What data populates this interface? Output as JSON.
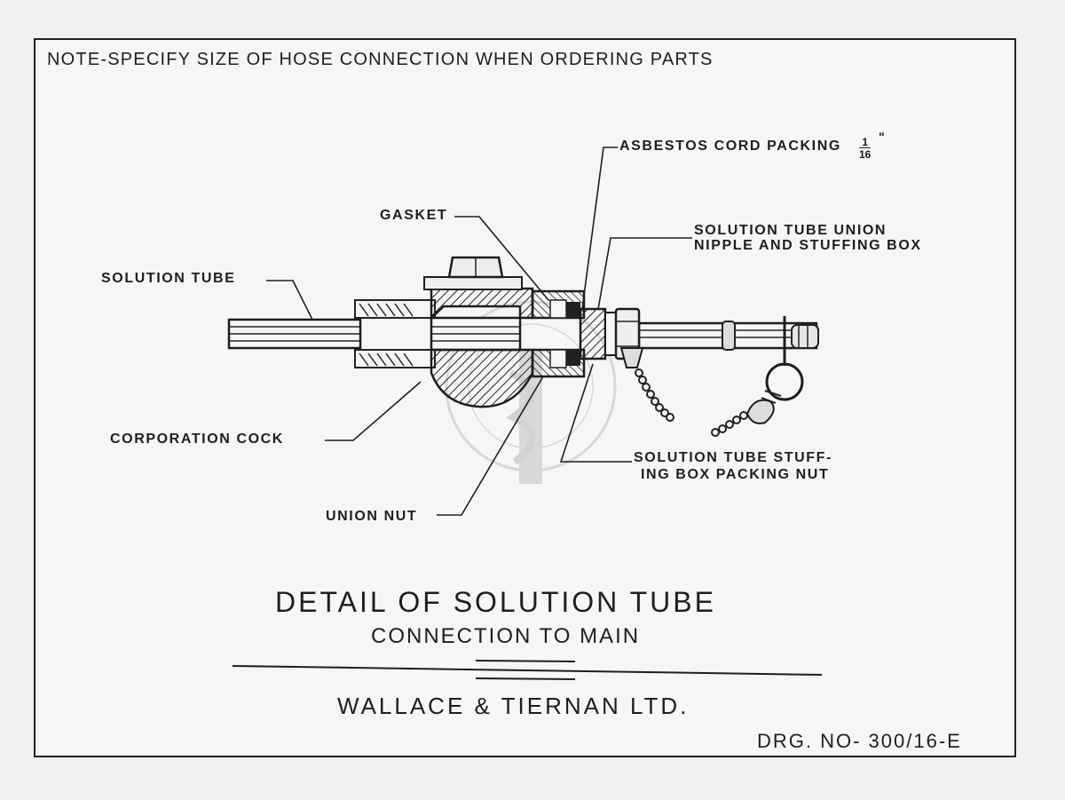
{
  "note": "NOTE-SPECIFY SIZE OF HOSE CONNECTION WHEN ORDERING PARTS",
  "labels": {
    "asbestos_cord_packing": "ASBESTOS CORD PACKING",
    "asbestos_fraction_numerator": "1",
    "asbestos_fraction_denominator": "16",
    "asbestos_inch_mark": "\"",
    "gasket": "GASKET",
    "union_nipple_line1": "SOLUTION TUBE UNION",
    "union_nipple_line2": "NIPPLE AND STUFFING BOX",
    "solution_tube": "SOLUTION TUBE",
    "corporation_cock": "CORPORATION COCK",
    "packing_nut_line1": "SOLUTION TUBE STUFF-",
    "packing_nut_line2": "ING BOX PACKING NUT",
    "union_nut": "UNION NUT"
  },
  "title": {
    "line1": "DETAIL OF SOLUTION TUBE",
    "line2": "CONNECTION TO MAIN"
  },
  "company": "WALLACE & TIERNAN LTD.",
  "drawing_number": "DRG. NO- 300/16-E"
}
